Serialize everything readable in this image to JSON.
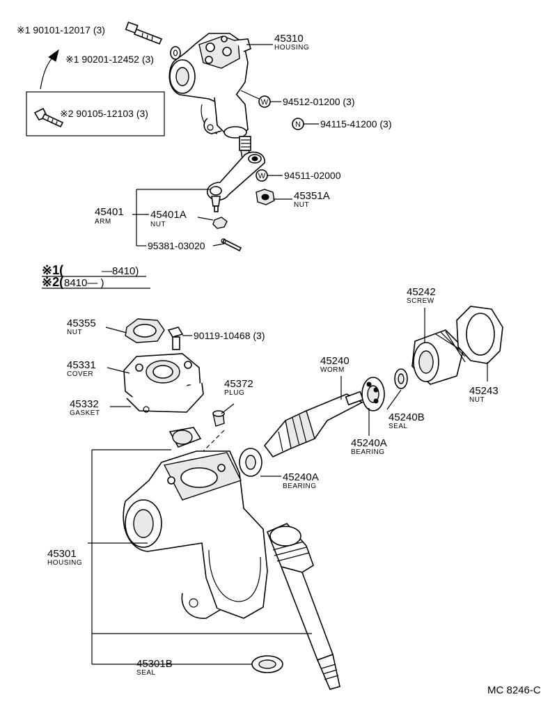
{
  "footer": {
    "code": "MC 8246-C"
  },
  "legend": {
    "row1_mark": "※1(",
    "row1_value": "—8410)",
    "row2_mark": "※2(",
    "row2_value": "8410—      )"
  },
  "callouts": {
    "bolt_90101": "※1 90101-12017 (3)",
    "washer_90201": "※1 90201-12452 (3)",
    "bolt_90105": "※2 90105-12103 (3)",
    "housing_45310": {
      "number": "45310",
      "name": "HOUSING"
    },
    "washer_94512": {
      "symbol": "W",
      "number": "94512-01200 (3)"
    },
    "nut_94115": {
      "symbol": "N",
      "number": "94115-41200 (3)"
    },
    "washer_94511": {
      "symbol": "W",
      "number": "94511-02000"
    },
    "nut_45351A": {
      "number": "45351A",
      "name": "NUT"
    },
    "arm_45401": {
      "number": "45401",
      "name": "ARM"
    },
    "nut_45401A": {
      "number": "45401A",
      "name": "NUT"
    },
    "pin_95381": "95381-03020",
    "nut_45355": {
      "number": "45355",
      "name": "NUT"
    },
    "bolt_90119": "90119-10468 (3)",
    "cover_45331": {
      "number": "45331",
      "name": "COVER"
    },
    "gasket_45332": {
      "number": "45332",
      "name": "GASKET"
    },
    "plug_45372": {
      "number": "45372",
      "name": "PLUG"
    },
    "screw_45242": {
      "number": "45242",
      "name": "SCREW"
    },
    "nut_45243": {
      "number": "45243",
      "name": "NUT"
    },
    "worm_45240": {
      "number": "45240",
      "name": "WORM"
    },
    "seal_45240B": {
      "number": "45240B",
      "name": "SEAL"
    },
    "bearing_45240A_upper": {
      "number": "45240A",
      "name": "BEARING"
    },
    "bearing_45240A_lower": {
      "number": "45240A",
      "name": "BEARING"
    },
    "housing_45301": {
      "number": "45301",
      "name": "HOUSING"
    },
    "seal_45301B": {
      "number": "45301B",
      "name": "SEAL"
    }
  }
}
